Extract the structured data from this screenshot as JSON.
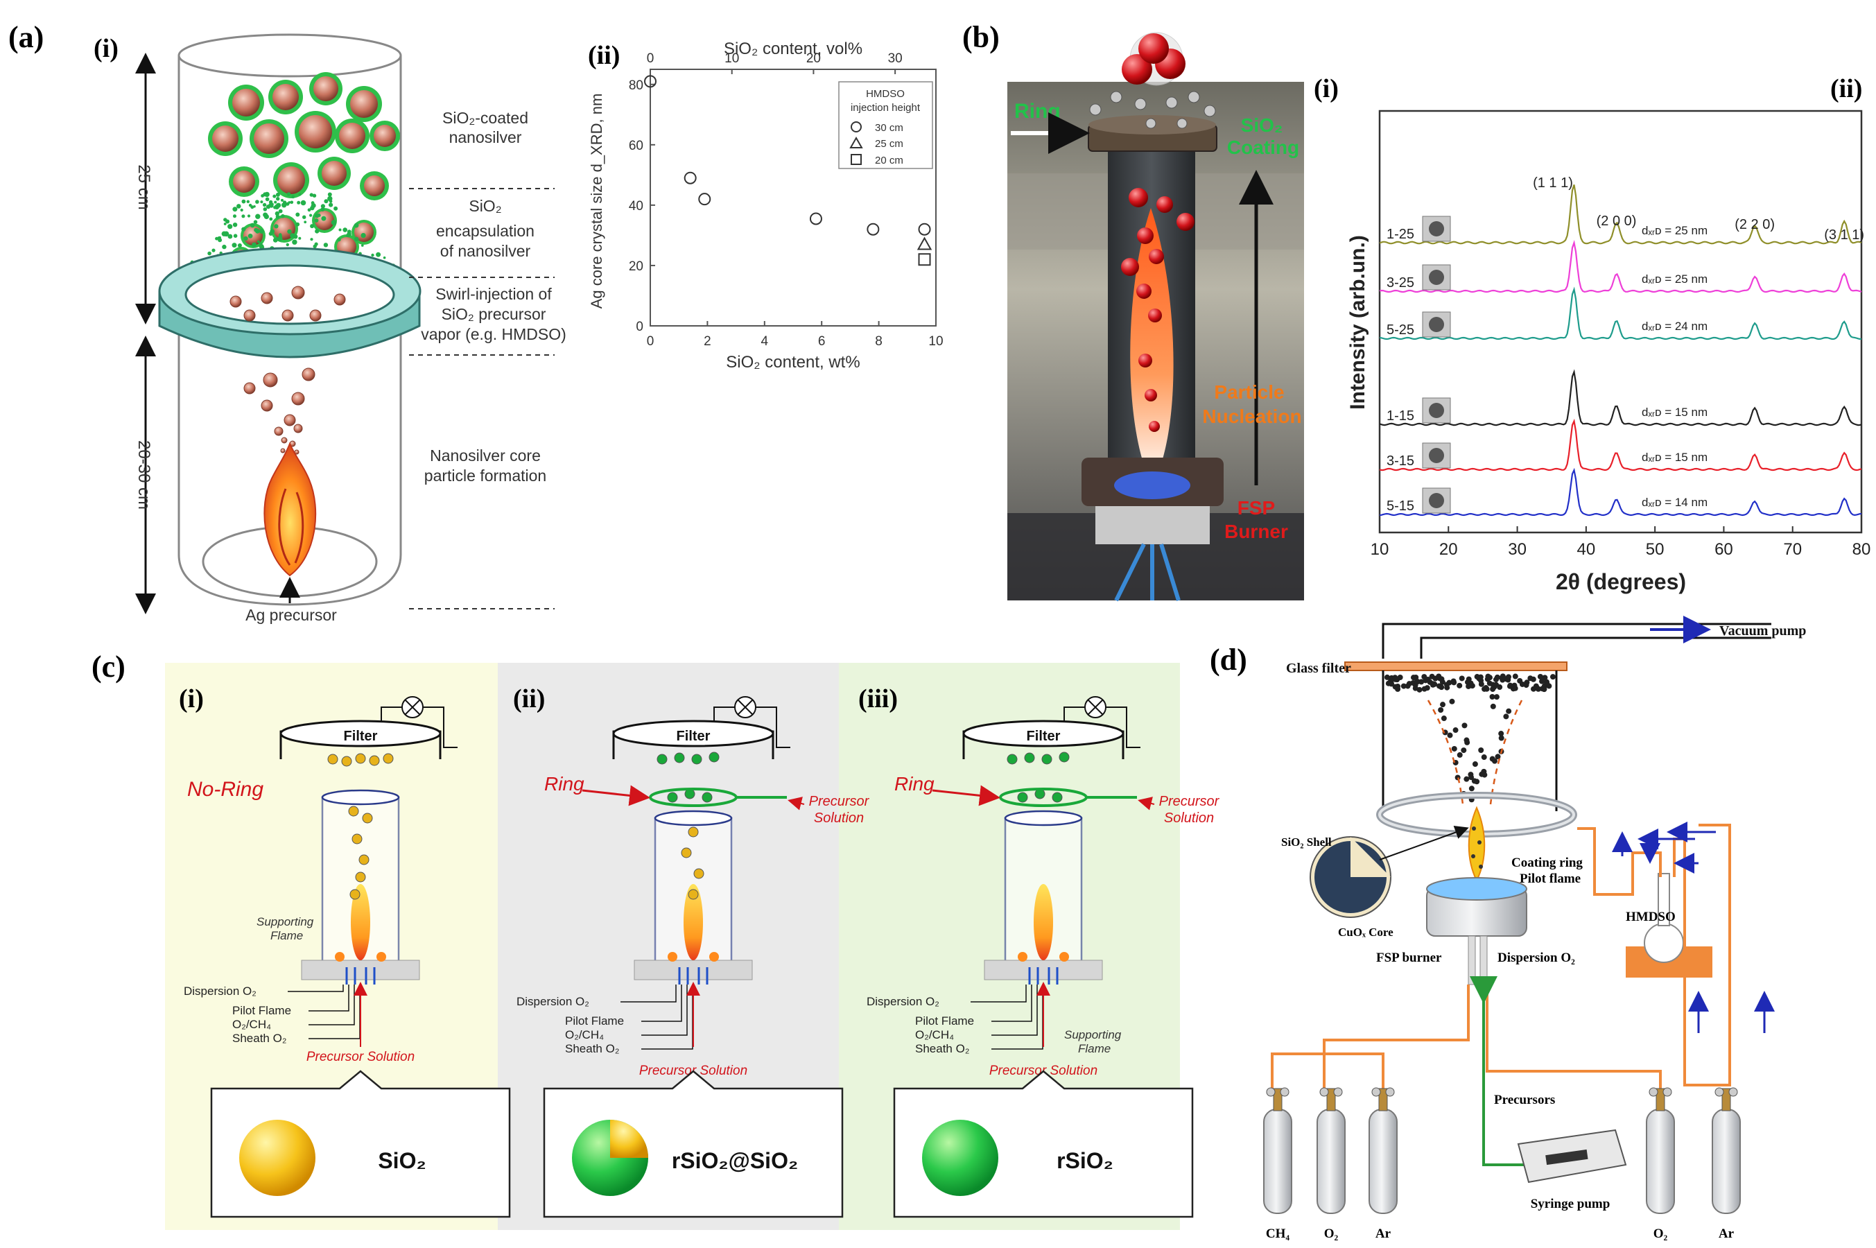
{
  "panel_a": {
    "label": "(a)",
    "sub_i": "(i)",
    "sub_ii": "(ii)",
    "dim_top": "25 cm",
    "dim_bottom": "20-30 cm",
    "text_coated_1": "SiO₂-coated",
    "text_coated_2": "nanosilver",
    "text_encap_1": "SiO₂",
    "text_encap_2": "encapsulation",
    "text_encap_3": "of nanosilver",
    "text_swirl_1": "Swirl-injection of",
    "text_swirl_2": "SiO₂ precursor",
    "text_swirl_3": "vapor (e.g. HMDSO)",
    "text_core_1": "Nanosilver core",
    "text_core_2": "particle formation",
    "text_precursor": "Ag precursor"
  },
  "chart_data": {
    "type": "scatter",
    "xlabel": "SiO₂ content, wt%",
    "x2label": "SiO₂ content, vol%",
    "ylabel": "Ag core crystal size d_XRD, nm",
    "xlim": [
      0,
      10
    ],
    "x2lim": [
      0,
      35
    ],
    "ylim": [
      0,
      85
    ],
    "xticks": [
      0,
      2,
      4,
      6,
      8,
      10
    ],
    "x2ticks": [
      0,
      10,
      20,
      30
    ],
    "yticks": [
      0,
      20,
      40,
      60,
      80
    ],
    "legend_title_1": "HMDSO",
    "legend_title_2": "injection height",
    "series": [
      {
        "name": "30 cm",
        "marker": "circle",
        "x": [
          0,
          1.4,
          1.9,
          5.8,
          7.8,
          9.6
        ],
        "y": [
          81,
          49,
          42,
          35.5,
          32,
          32
        ]
      },
      {
        "name": "25 cm",
        "marker": "triangle",
        "x": [
          9.6
        ],
        "y": [
          27
        ]
      },
      {
        "name": "20 cm",
        "marker": "square",
        "x": [
          9.6
        ],
        "y": [
          22
        ]
      }
    ]
  },
  "panel_b": {
    "label": "(b)",
    "sub_i": "(i)",
    "sub_ii": "(ii)",
    "ring": "Ring",
    "sio2_1": "SiO₂",
    "sio2_2": "Coating",
    "particle_1": "Particle",
    "particle_2": "Nucleation",
    "fsp_1": "FSP",
    "fsp_2": "Burner"
  },
  "xrd": {
    "xlabel": "2θ (degrees)",
    "ylabel": "Intensity (arb.un.)",
    "xlim": [
      10,
      80
    ],
    "xticks": [
      10,
      20,
      30,
      40,
      50,
      60,
      70,
      80
    ],
    "peaks": [
      {
        "label": "(1 1 1)",
        "x": 38.2
      },
      {
        "label": "(2 0 0)",
        "x": 44.4
      },
      {
        "label": "(2 2 0)",
        "x": 64.5
      },
      {
        "label": "(3 1 1)",
        "x": 77.5
      }
    ],
    "curves": [
      {
        "name": "1-25",
        "d": "dₓᵣᴅ = 25 nm",
        "color": "#8f8f2a"
      },
      {
        "name": "3-25",
        "d": "dₓᵣᴅ = 25 nm",
        "color": "#ee3fd8"
      },
      {
        "name": "5-25",
        "d": "dₓᵣᴅ = 24 nm",
        "color": "#1e9c8c"
      },
      {
        "name": "1-15",
        "d": "dₓᵣᴅ = 15 nm",
        "color": "#222222"
      },
      {
        "name": "3-15",
        "d": "dₓᵣᴅ = 15 nm",
        "color": "#e8202a"
      },
      {
        "name": "5-15",
        "d": "dₓᵣᴅ = 14 nm",
        "color": "#2230c8"
      }
    ]
  },
  "panel_c": {
    "label": "(c)",
    "sub_i": "(i)",
    "sub_ii": "(ii)",
    "sub_iii": "(iii)",
    "filter": "Filter",
    "no_ring": "No-Ring",
    "ring": "Ring",
    "precursor_solution_1": "Precursor",
    "precursor_solution_2": "Solution",
    "supporting_1": "Supporting",
    "supporting_2": "Flame",
    "dispersion": "Dispersion O₂",
    "pilot": "Pilot Flame",
    "o2ch4": "O₂/CH₄",
    "sheath": "Sheath O₂",
    "precursor_solution": "Precursor Solution",
    "product_i": "SiO₂",
    "product_ii": "rSiO₂@SiO₂",
    "product_iii": "rSiO₂"
  },
  "panel_d": {
    "label": "(d)",
    "vacuum": "Vacuum pump",
    "glass_filter": "Glass filter",
    "shell": "SiO₂ Shell",
    "core": "CuOₓ Core",
    "coating_ring": "Coating ring",
    "pilot_flame": "Pilot flame",
    "hmdso": "HMDSO",
    "fsp_burner": "FSP burner",
    "dispersion": "Dispersion O₂",
    "precursors": "Precursors",
    "syringe": "Syringe pump",
    "gas_ch4": "CH₄",
    "gas_o2": "O₂",
    "gas_ar": "Ar",
    "gas_o2_right": "O₂",
    "gas_ar_right": "Ar"
  },
  "colors": {
    "panel_c_i_bg": "#fafbe0",
    "panel_c_ii_bg": "#eaeaea",
    "panel_c_iii_bg": "#e9f5dc",
    "orange_tube": "#f08a3a",
    "arrow_blue": "#1f2ab5",
    "ring_teal": "#8fd3cc"
  }
}
